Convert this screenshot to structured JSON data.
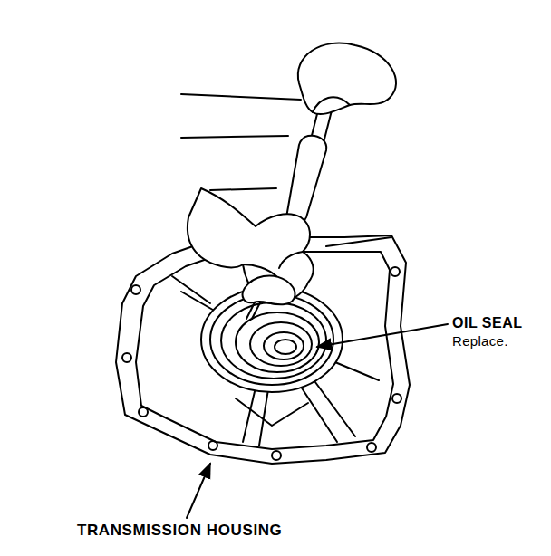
{
  "diagram": {
    "labels": [
      "OIL SEAL",
      "Replace.",
      "TRANSMISSION HOUSING"
    ]
  }
}
